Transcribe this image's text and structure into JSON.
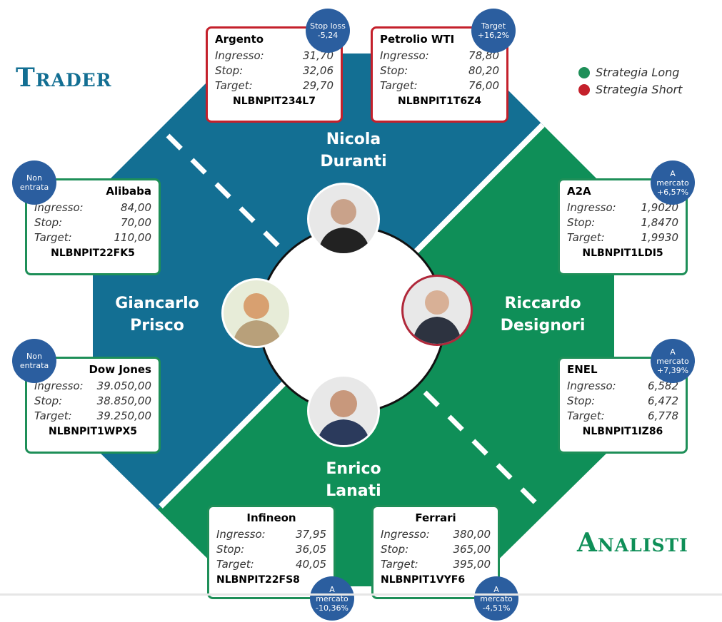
{
  "logos": {
    "trader": "Trader",
    "analisti": "Analisti"
  },
  "legend": {
    "long": "Strategia Long",
    "short": "Strategia Short",
    "long_color": "#1e8f58",
    "short_color": "#c4202b"
  },
  "colors": {
    "trader_blue": "#136f93",
    "analyst_green": "#0f8f58",
    "badge": "#2b5e9f"
  },
  "people": {
    "nicola": {
      "line1": "Nicola",
      "line2": "Duranti"
    },
    "giancarlo": {
      "line1": "Giancarlo",
      "line2": "Prisco"
    },
    "riccardo": {
      "line1": "Riccardo",
      "line2": "Designori"
    },
    "enrico": {
      "line1": "Enrico",
      "line2": "Lanati"
    }
  },
  "labels": {
    "ingresso": "Ingresso:",
    "stop": "Stop:",
    "target": "Target:"
  },
  "cards": [
    {
      "name": "Argento",
      "ingresso": "31,70",
      "stop": "32,06",
      "target": "29,70",
      "code": "NLBNPIT234L7",
      "badge": "Stop loss -5,24",
      "strategy": "short"
    },
    {
      "name": "Petrolio WTI",
      "ingresso": "78,80",
      "stop": "80,20",
      "target": "76,00",
      "code": "NLBNPIT1T6Z4",
      "badge": "Target +16,2%",
      "strategy": "short"
    },
    {
      "name": "Alibaba",
      "ingresso": "84,00",
      "stop": "70,00",
      "target": "110,00",
      "code": "NLBNPIT22FK5",
      "badge": "Non entrata",
      "strategy": "long"
    },
    {
      "name": "Dow Jones",
      "ingresso": "39.050,00",
      "stop": "38.850,00",
      "target": "39.250,00",
      "code": "NLBNPIT1WPX5",
      "badge": "Non entrata",
      "strategy": "long"
    },
    {
      "name": "A2A",
      "ingresso": "1,9020",
      "stop": "1,8470",
      "target": "1,9930",
      "code": "NLBNPIT1LDI5",
      "badge": "A mercato +6,57%",
      "strategy": "long"
    },
    {
      "name": "ENEL",
      "ingresso": "6,582",
      "stop": "6,472",
      "target": "6,778",
      "code": "NLBNPIT1IZ86",
      "badge": "A mercato +7,39%",
      "strategy": "long"
    },
    {
      "name": "Infineon",
      "ingresso": "37,95",
      "stop": "36,05",
      "target": "40,05",
      "code": "NLBNPIT22FS8",
      "badge": "A mercato -10,36%",
      "strategy": "long"
    },
    {
      "name": "Ferrari",
      "ingresso": "380,00",
      "stop": "365,00",
      "target": "395,00",
      "code": "NLBNPIT1VYF6",
      "badge": "A mercato -4,51%",
      "strategy": "long"
    }
  ]
}
